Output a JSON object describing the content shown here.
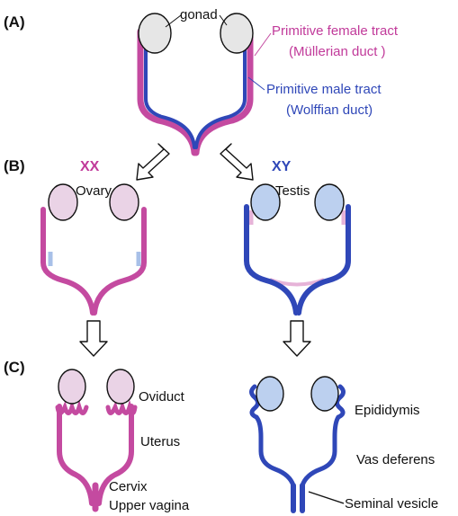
{
  "panels": {
    "a": "(A)",
    "b": "(B)",
    "c": "(C)"
  },
  "stage_a": {
    "gonad": "gonad",
    "female_tract_line1": "Primitive female tract",
    "female_tract_line2": "(Müllerian duct )",
    "male_tract_line1": "Primitive male tract",
    "male_tract_line2": "(Wolffian duct)"
  },
  "stage_b": {
    "xx": "XX",
    "ovary": "Ovary",
    "xy": "XY",
    "testis": "Testis"
  },
  "stage_c": {
    "oviduct": "Oviduct",
    "uterus": "Uterus",
    "cervix": "Cervix",
    "upper_vagina": "Upper vagina",
    "epididymis": "Epididymis",
    "vas_deferens": "Vas deferens",
    "seminal_vesicle": "Seminal vesicle"
  },
  "colors": {
    "female": "#c44aa0",
    "male": "#2f47b8",
    "ovary_fill": "#ead3e6",
    "testis_fill": "#bcd0ef",
    "gonad_fill": "#e6e6e6"
  }
}
